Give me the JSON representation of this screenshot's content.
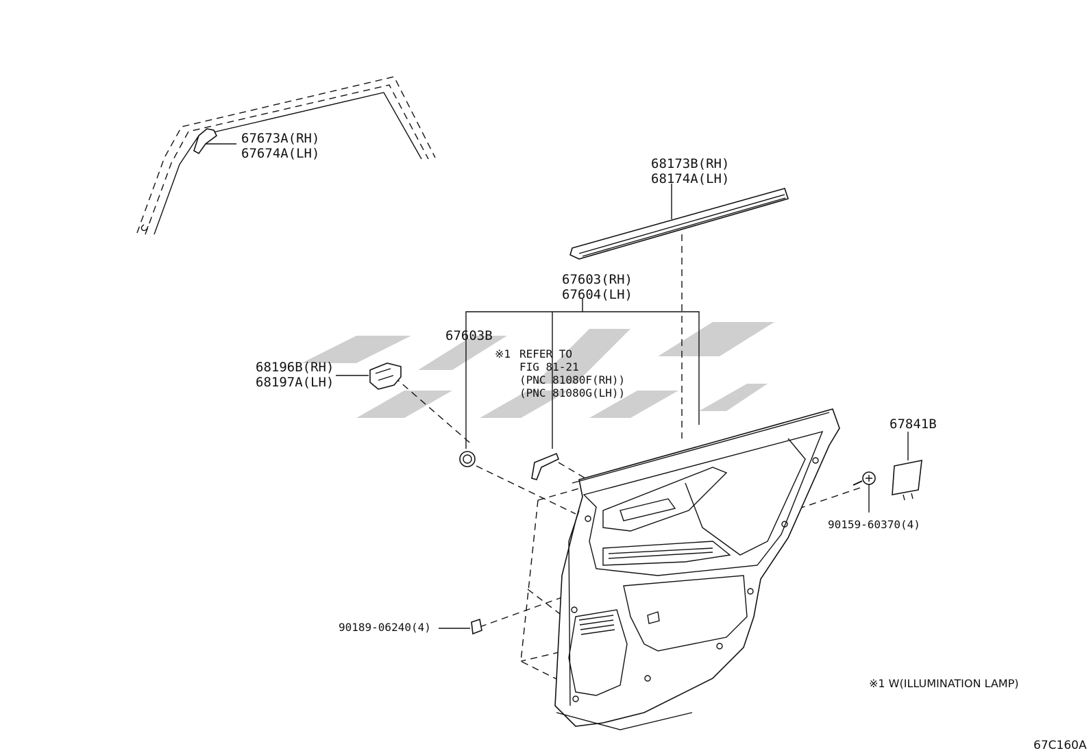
{
  "labels": {
    "p67673a": "67673A(RH)",
    "p67674a": "67674A(LH)",
    "p68173b": "68173B(RH)",
    "p68174a": "68174A(LH)",
    "p67603": "67603(RH)",
    "p67604": "67604(LH)",
    "p67603b": "67603B",
    "refer_mark": "※1",
    "refer_line1": "REFER TO",
    "refer_line2": "FIG 81-21",
    "refer_line3": "(PNC 81080F(RH))",
    "refer_line4": "(PNC 81080G(LH))",
    "p68196b": "68196B(RH)",
    "p68197a": "68197A(LH)",
    "p67841b": "67841B",
    "p90159": "90159-60370(4)",
    "p90189": "90189-06240(4)"
  },
  "footnote": "※1 W(ILLUMINATION LAMP)",
  "figure_code": "67C160A"
}
